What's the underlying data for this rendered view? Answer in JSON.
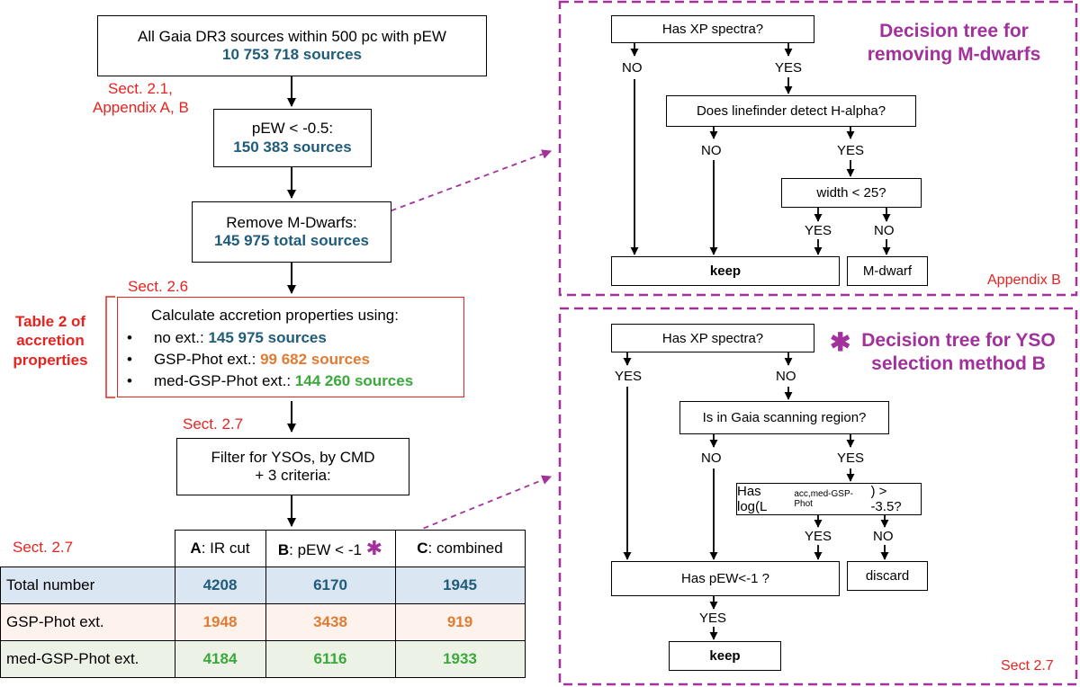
{
  "flow": {
    "box1": {
      "line1": "All Gaia DR3 sources within 500 pc with pEW",
      "count": "10 753 718 sources"
    },
    "sect21": {
      "line1": "Sect. 2.1,",
      "line2": "Appendix A, B"
    },
    "box2": {
      "line1": "pEW < -0.5:",
      "count": "150 383 sources"
    },
    "box3": {
      "line1": "Remove M-Dwarfs:",
      "count": "145 975 total sources"
    },
    "sect26": "Sect. 2.6",
    "table2": {
      "line1": "Table 2 of",
      "line2": "accretion",
      "line3": "properties"
    },
    "calc": {
      "title": "Calculate accretion properties using:",
      "items": [
        {
          "bullet": "•",
          "label": "no ext.: ",
          "value": "145 975 sources"
        },
        {
          "bullet": "•",
          "label": "GSP-Phot ext.: ",
          "value": "99 682 sources"
        },
        {
          "bullet": "•",
          "label": "med-GSP-Phot ext.: ",
          "value": "144 260 sources"
        }
      ]
    },
    "sect27a": "Sect. 2.7",
    "box5": {
      "line1": "Filter for YSOs, by CMD",
      "line2": "+ 3 criteria:"
    }
  },
  "table": {
    "sect": "Sect. 2.7",
    "headers": [
      {
        "bold": "A",
        "rest": ": IR cut"
      },
      {
        "bold": "B",
        "rest": ": pEW < -1"
      },
      {
        "bold": "C",
        "rest": ": combined"
      }
    ],
    "asterisk": "✱",
    "rows": [
      {
        "label": "Total number",
        "values": [
          "4208",
          "6170",
          "1945"
        ]
      },
      {
        "label": "GSP-Phot ext.",
        "values": [
          "1948",
          "3438",
          "919"
        ]
      },
      {
        "label": "med-GSP-Phot ext.",
        "values": [
          "4184",
          "6116",
          "1933"
        ]
      }
    ]
  },
  "tree1": {
    "title": {
      "line1": "Decision tree for",
      "line2": "removing M-dwarfs"
    },
    "q1": "Has XP spectra?",
    "no1": "NO",
    "yes1": "YES",
    "q2": "Does linefinder detect H-alpha?",
    "no2": "NO",
    "yes2": "YES",
    "q3": "width < 25?",
    "yes3": "YES",
    "no3": "NO",
    "keep": "keep",
    "mdwarf": "M-dwarf",
    "sect": "Appendix B"
  },
  "tree2": {
    "title": {
      "line1": "Decision tree for YSO",
      "line2": "selection method B"
    },
    "asterisk": "✱",
    "q1": "Has XP spectra?",
    "yes1": "YES",
    "no1": "NO",
    "q2": "Is in Gaia scanning region?",
    "no2": "NO",
    "yes2": "YES",
    "q3": {
      "pre": "Has log(L",
      "sub": "acc,med-GSP-Phot",
      "post": ") > -3.5?"
    },
    "yes3": "YES",
    "no3": "NO",
    "q4": "Has pEW<-1 ?",
    "discard": "discard",
    "yes4": "YES",
    "keep": "keep",
    "sect": "Sect 2.7"
  },
  "colors": {
    "teal": "#1f5c7a",
    "orange": "#e07b33",
    "green": "#3aa83a",
    "red": "#e8231f",
    "purple": "#a2319c"
  }
}
